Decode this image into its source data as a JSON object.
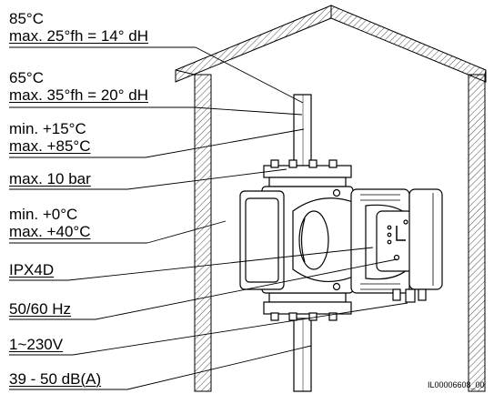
{
  "labels": {
    "hot_water_temp": "85°C",
    "hot_water_hardness": "max. 25°fh = 14° dH",
    "warm_water_temp": "65°C",
    "warm_water_hardness": "max. 35°fh = 20° dH",
    "fluid_temp_min": "min.  +15°C",
    "fluid_temp_max": "max. +85°C",
    "max_pressure": "max. 10 bar",
    "ambient_temp_min": "min.    +0°C",
    "ambient_temp_max": "max. +40°C",
    "protection_class": "IPX4D",
    "frequency": "50/60 Hz",
    "voltage": "1~230V",
    "noise_level": "39 - 50 dB(A)"
  },
  "figure_code": "IL00006608_00",
  "colors": {
    "line": "#000000",
    "background": "#ffffff"
  }
}
